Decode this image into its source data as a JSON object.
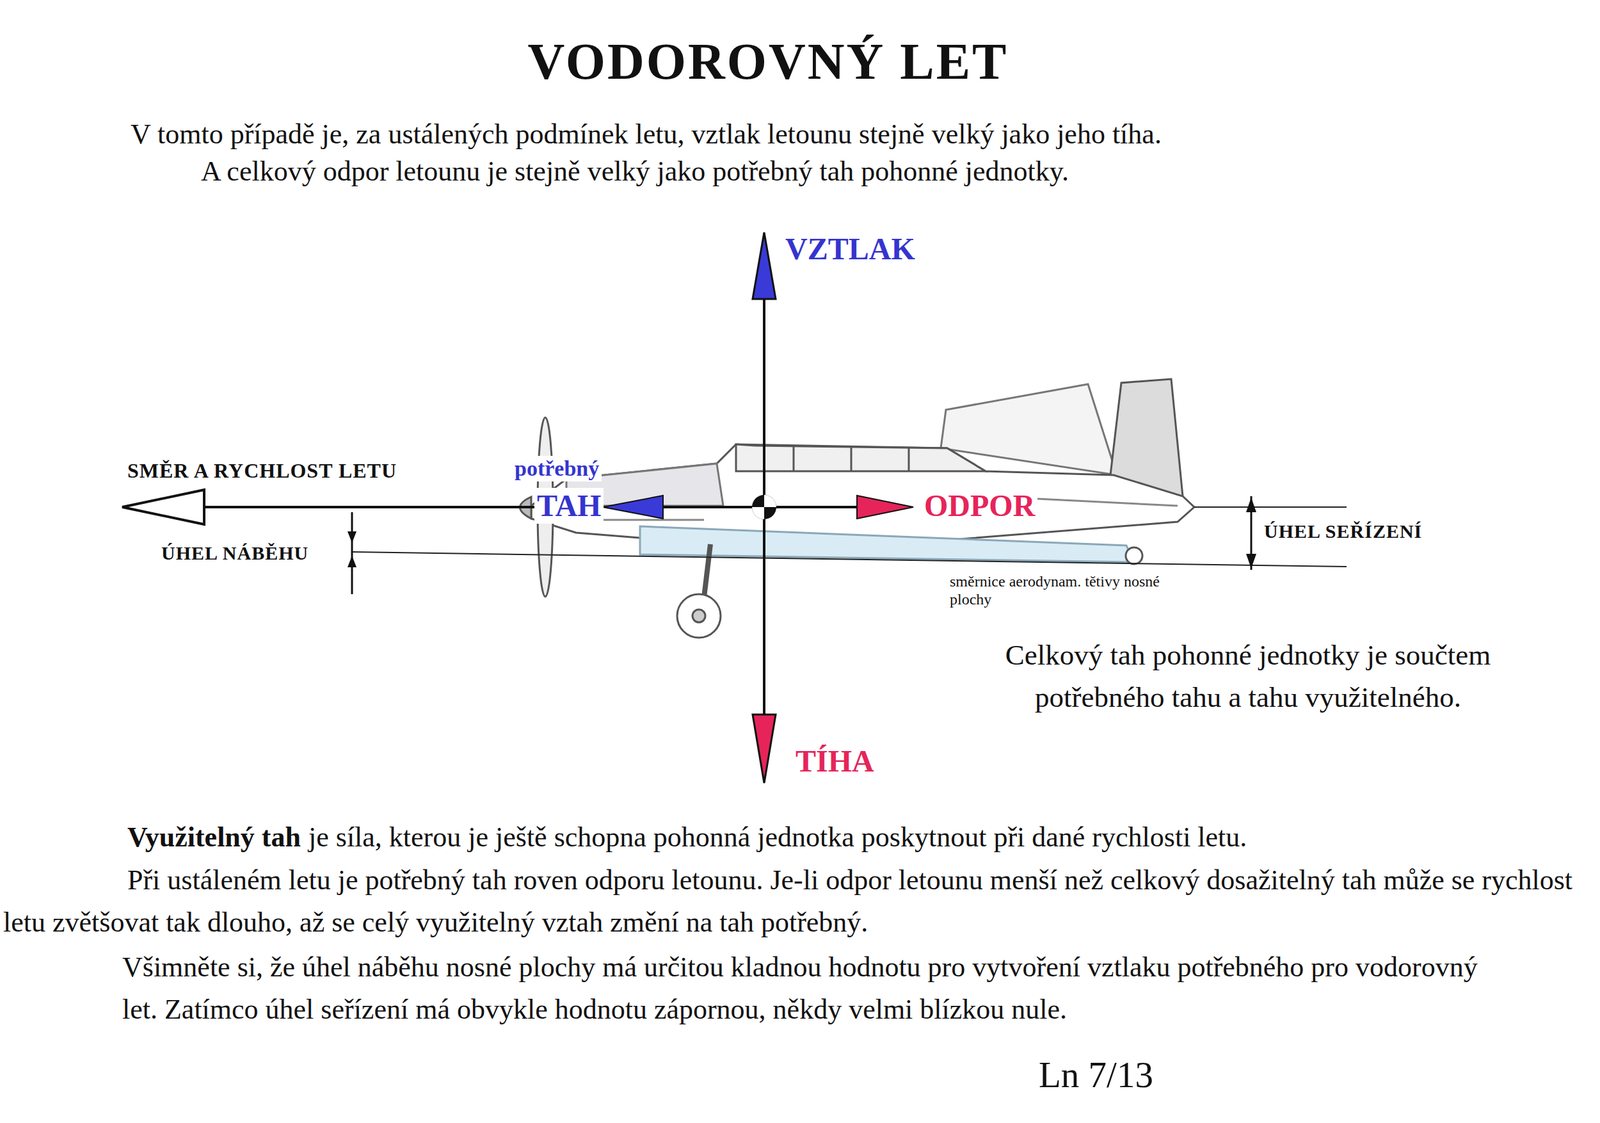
{
  "diagram": {
    "title": "VODOROVNÝ LET",
    "labels": [
      "V tomto případě je, za ustálených podmínek letu, vztlak letounu stejně velký jako jeho tíha.",
      "A celkový odpor letounu je stejně velký jako potřebný tah pohonné jednotky.",
      "VZTLAK",
      "SMĚR A RYCHLOST LETU",
      "potřebný",
      "TAH",
      "ODPOR",
      "ÚHEL NÁBĚHU",
      "ÚHEL SEŘÍZENÍ",
      "směrnice aerodynam. tětivy nosné plochy",
      "Celkový tah pohonné jednotky je součtem potřebného tahu a tahu využitelného.",
      "TÍHA",
      "Využitelný tah",
      "je síla, kterou je ještě schopna pohonná jednotka poskytnout při dané rychlosti letu.",
      "Při ustáleném letu je potřebný tah roven odporu letounu. Je-li odpor letounu menší než celkový dosažitelný tah může se rychlost letu zvětšovat tak dlouho, až se celý využitelný vztah změní na tah potřebný.",
      "Všimněte si, že úhel náběhu nosné plochy má určitou kladnou hodnotu pro vytvoření vztlaku potřebného pro vodorovný let. Zatímco úhel seřízení má obvykle hodnotu zápornou, někdy velmi blízkou nule.",
      "Ln 7/13"
    ]
  }
}
